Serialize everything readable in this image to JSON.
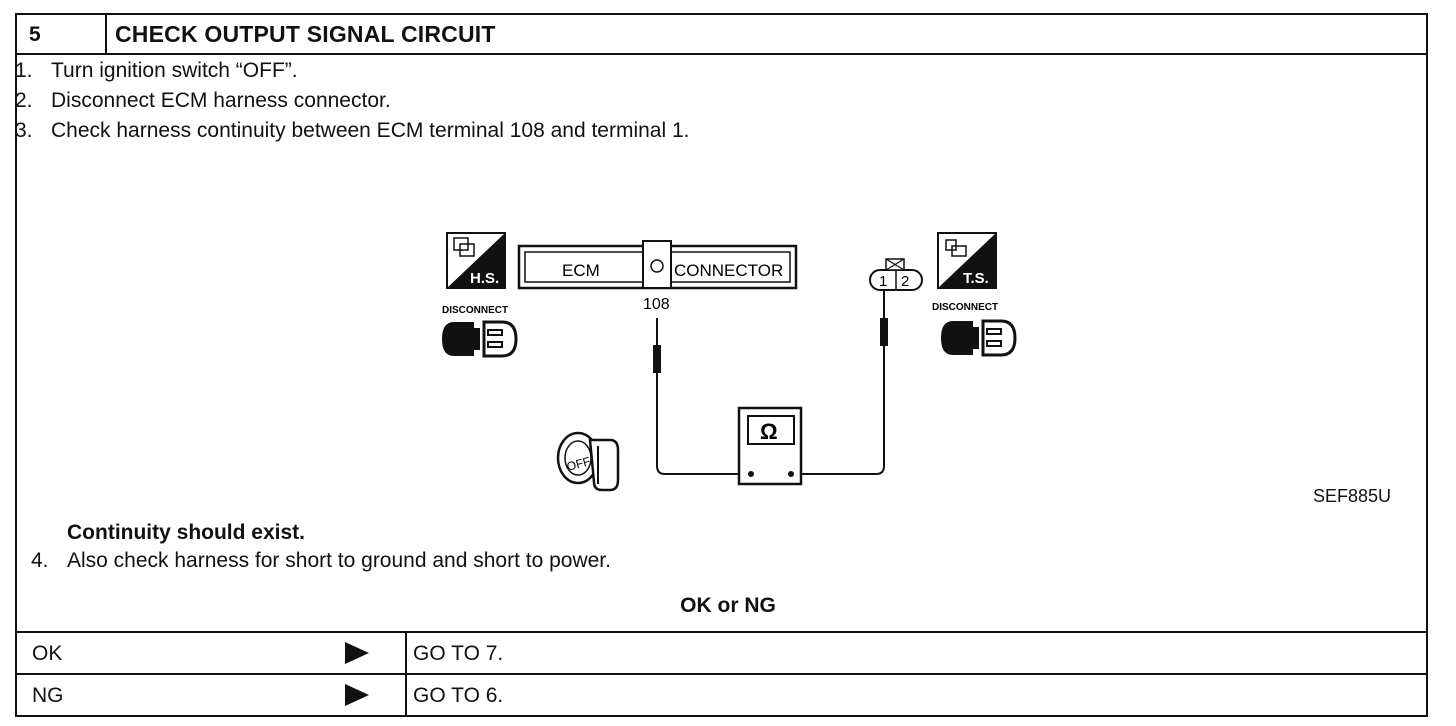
{
  "header": {
    "step_number": "5",
    "title": "CHECK OUTPUT SIGNAL CIRCUIT"
  },
  "steps": [
    {
      "num": "1.",
      "text": "Turn ignition switch “OFF”."
    },
    {
      "num": "2.",
      "text": "Disconnect ECM harness connector."
    },
    {
      "num": "3.",
      "text": "Check harness continuity between ECM terminal 108 and terminal 1."
    }
  ],
  "diagram": {
    "hs_badge": "H.S.",
    "ts_badge": "T.S.",
    "disconnect_left": "DISCONNECT",
    "disconnect_right": "DISCONNECT",
    "ecm_label": "ECM",
    "connector_label": "CONNECTOR",
    "terminal_108": "108",
    "terminal_1": "1",
    "terminal_2": "2",
    "ohm_symbol": "Ω",
    "key_label": "OFF",
    "figure_ref": "SEF885U"
  },
  "continuity": "Continuity should exist.",
  "step4": {
    "num": "4.",
    "text": "Also check harness for short to ground and short to power."
  },
  "ok_ng_label": "OK or NG",
  "results": [
    {
      "result": "OK",
      "action": "GO TO 7."
    },
    {
      "result": "NG",
      "action": "GO TO 6."
    }
  ]
}
